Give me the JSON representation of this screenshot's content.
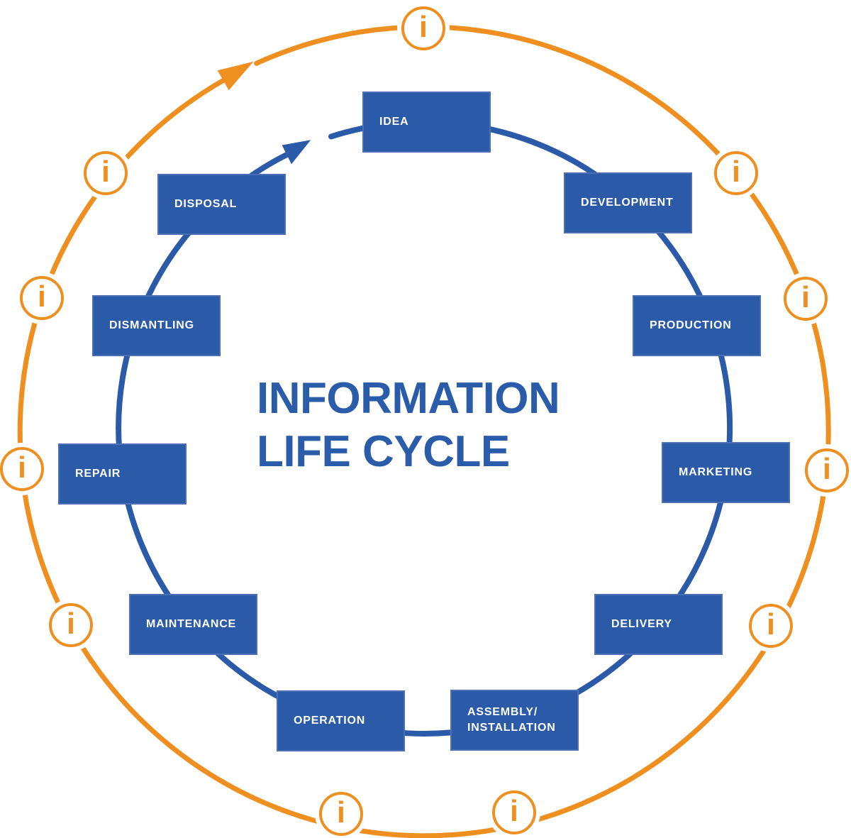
{
  "title": {
    "line1": "INFORMATION",
    "line2": "LIFE CYCLE"
  },
  "stages": [
    {
      "label": "IDEA"
    },
    {
      "label": "DEVELOPMENT"
    },
    {
      "label": "PRODUCTION"
    },
    {
      "label": "MARKETING"
    },
    {
      "label": "DELIVERY"
    },
    {
      "label": "ASSEMBLY/\nINSTALLATION"
    },
    {
      "label": "OPERATION"
    },
    {
      "label": "MAINTENANCE"
    },
    {
      "label": "REPAIR"
    },
    {
      "label": "DISMANTLING"
    },
    {
      "label": "DISPOSAL"
    }
  ],
  "info_icon": {
    "name": "info-icon",
    "glyph": "i",
    "count": 11
  },
  "colors": {
    "stage_blue": "#2a5aa8",
    "stage_border_blue": "#4a6fb3",
    "title_blue": "#2a5caa",
    "ring_blue": "#2a5aa8",
    "ring_orange": "#ee8f20",
    "label_text": "#ffffff",
    "background": "#ffffff"
  }
}
